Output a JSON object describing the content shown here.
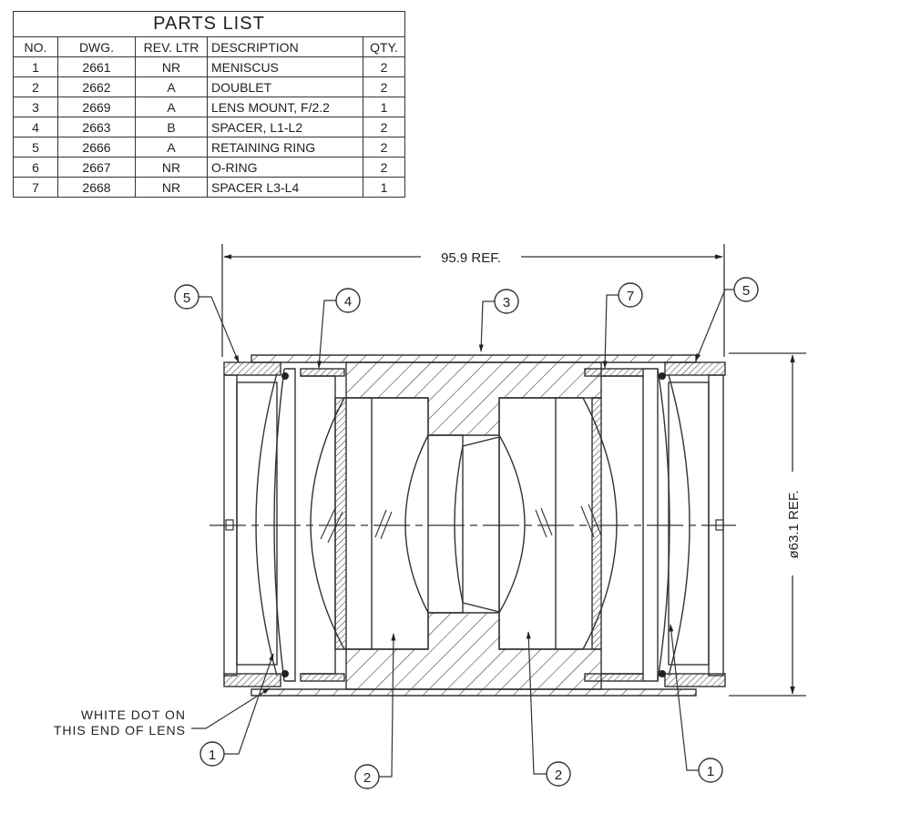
{
  "parts_list": {
    "title": "PARTS LIST",
    "headers": [
      "NO.",
      "DWG.",
      "REV. LTR",
      "DESCRIPTION",
      "QTY."
    ],
    "rows": [
      [
        "1",
        "2661",
        "NR",
        "MENISCUS",
        "2"
      ],
      [
        "2",
        "2662",
        "A",
        "DOUBLET",
        "2"
      ],
      [
        "3",
        "2669",
        "A",
        "LENS MOUNT, F/2.2",
        "1"
      ],
      [
        "4",
        "2663",
        "B",
        "SPACER, L1-L2",
        "2"
      ],
      [
        "5",
        "2666",
        "A",
        "RETAINING RING",
        "2"
      ],
      [
        "6",
        "2667",
        "NR",
        "O-RING",
        "2"
      ],
      [
        "7",
        "2668",
        "NR",
        "SPACER L3-L4",
        "1"
      ]
    ]
  },
  "drawing": {
    "dimension_length": "95.9 REF.",
    "dimension_diameter": "ø63.1 REF.",
    "note": [
      "WHITE DOT ON",
      "THIS END OF LENS"
    ],
    "balloons": {
      "top": [
        "5",
        "4",
        "3",
        "7",
        "5"
      ],
      "bottom": [
        "1",
        "2",
        "2",
        "1"
      ]
    }
  }
}
